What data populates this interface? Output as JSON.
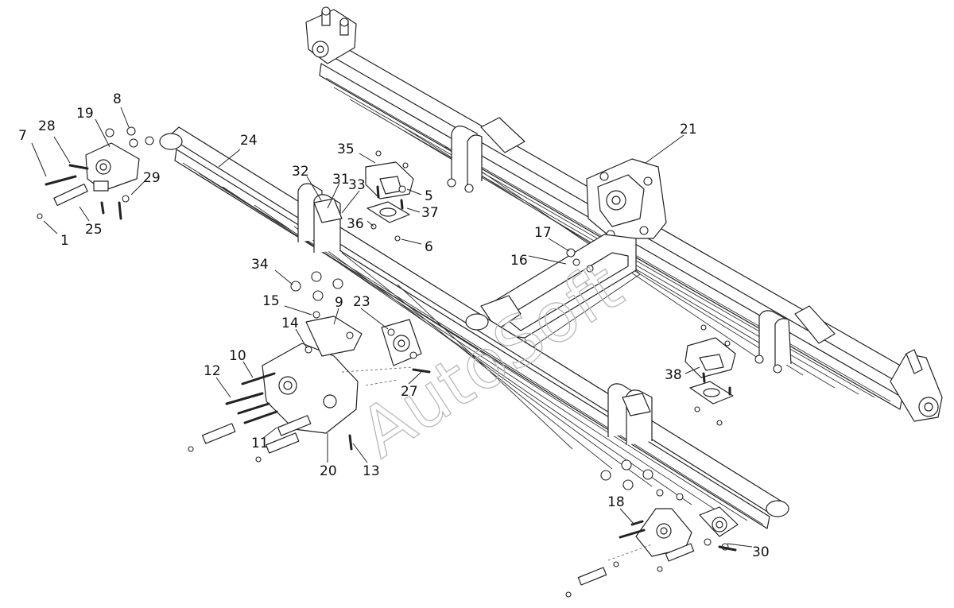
{
  "watermark": "AutoSoft",
  "callouts": [
    {
      "id": "c1",
      "text": "1"
    },
    {
      "id": "c5",
      "text": "5"
    },
    {
      "id": "c6",
      "text": "6"
    },
    {
      "id": "c7",
      "text": "7"
    },
    {
      "id": "c8",
      "text": "8"
    },
    {
      "id": "c9",
      "text": "9"
    },
    {
      "id": "c10",
      "text": "10"
    },
    {
      "id": "c11",
      "text": "11"
    },
    {
      "id": "c12",
      "text": "12"
    },
    {
      "id": "c13",
      "text": "13"
    },
    {
      "id": "c14",
      "text": "14"
    },
    {
      "id": "c15",
      "text": "15"
    },
    {
      "id": "c16",
      "text": "16"
    },
    {
      "id": "c17",
      "text": "17"
    },
    {
      "id": "c18",
      "text": "18"
    },
    {
      "id": "c19",
      "text": "19"
    },
    {
      "id": "c20",
      "text": "20"
    },
    {
      "id": "c21",
      "text": "21"
    },
    {
      "id": "c23",
      "text": "23"
    },
    {
      "id": "c24",
      "text": "24"
    },
    {
      "id": "c25",
      "text": "25"
    },
    {
      "id": "c27",
      "text": "27"
    },
    {
      "id": "c28",
      "text": "28"
    },
    {
      "id": "c29",
      "text": "29"
    },
    {
      "id": "c30",
      "text": "30"
    },
    {
      "id": "c31",
      "text": "31"
    },
    {
      "id": "c32",
      "text": "32"
    },
    {
      "id": "c33",
      "text": "33"
    },
    {
      "id": "c34",
      "text": "34"
    },
    {
      "id": "c35",
      "text": "35"
    },
    {
      "id": "c36",
      "text": "36"
    },
    {
      "id": "c37",
      "text": "37"
    },
    {
      "id": "c38",
      "text": "38"
    }
  ]
}
